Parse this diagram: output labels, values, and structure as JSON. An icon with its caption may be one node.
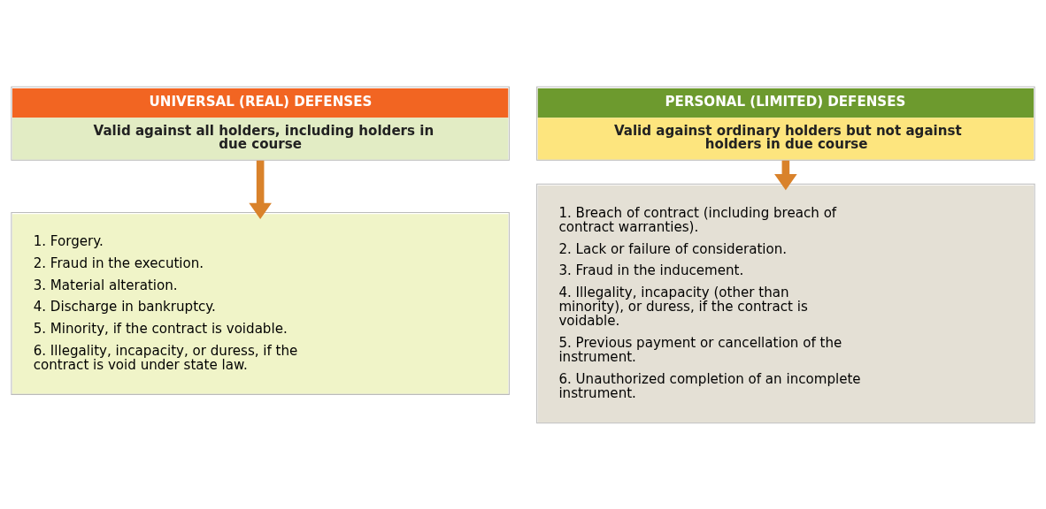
{
  "diagram": {
    "nodes": [
      {
        "text": [
          "UNIVERSAL (REAL) DEFENSES",
          "Valid against all holders, including holders in due course"
        ]
      },
      {
        "text": [
          "PERSONAL (LIMITED) DEFENSES",
          "Valid against ordinary holders but not against holders in due course"
        ]
      },
      {
        "text": [
          "1. Forgery.",
          "2. Fraud in the execution.",
          "3. Material alteration.",
          "4. Discharge in bankruptcy.",
          "5. Minority, if the contract is voidable.",
          "6. Illegality, incapacity, or duress, if the contract is void under state law."
        ]
      },
      {
        "text": [
          "1. Breach of contract (including breach of contract warranties).",
          "2. Lack or failure of consideration.",
          "3. Fraud in the inducement.",
          "4. Illegality, incapacity (other than minority), or duress, if the contract is voidable.",
          "5. Previous payment or cancellation of the instrument.",
          "6. Unauthorized completion of an incomplete instrument."
        ]
      }
    ],
    "edges": [
      {
        "from": 0,
        "to": 2,
        "arrow": "to"
      },
      {
        "from": 1,
        "to": 3,
        "arrow": "to"
      }
    ]
  }
}
